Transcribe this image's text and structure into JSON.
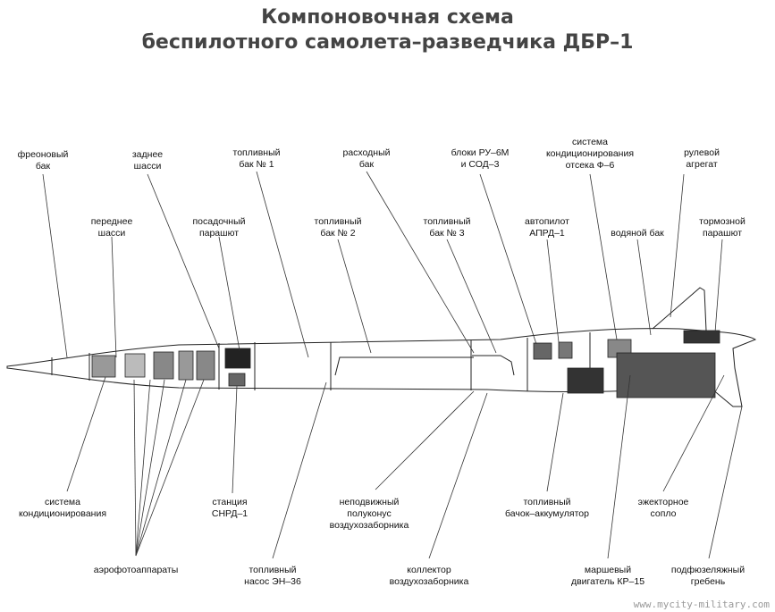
{
  "title": {
    "line1": "Компоновочная схема",
    "line2": "беспилотного самолета–разведчика ДБР–1"
  },
  "labels": {
    "freon_tank": "фреоновый\nбак",
    "rear_gear": "заднее\nшасси",
    "fuel_tank_1": "топливный\nбак № 1",
    "service_tank": "расходный\nбак",
    "ru6m_sod3": "блоки РУ–6М\nи СОД–3",
    "air_cond_f6": "система\nкондиционирования\nотсека Ф–6",
    "rudder_unit": "рулевой\nагрегат",
    "front_gear": "переднее\nшасси",
    "landing_chute": "посадочный\nпарашют",
    "fuel_tank_2": "топливный\nбак № 2",
    "fuel_tank_3": "топливный\nбак № 3",
    "autopilot": "автопилот\nАПРД–1",
    "water_tank": "водяной бак",
    "brake_chute": "тормозной\nпарашют",
    "air_cond": "система\nкондиционирования",
    "srnd_station": "станция\nСНРД–1",
    "fixed_cone": "неподвижный\nполуконус\nвоздухозаборника",
    "accumulator_tank": "топливный\nбачок–аккумулятор",
    "ejector_nozzle": "эжекторное\nсопло",
    "cameras": "аэрофотоаппараты",
    "fuel_pump": "топливный\nнасос ЭН–36",
    "intake_collector": "коллектор\nвоздухозаборника",
    "main_engine": "маршевый\nдвигатель КР–15",
    "ventral_fin": "подфюзеляжный\nгребень"
  },
  "watermark": "www.mycity-military.com"
}
